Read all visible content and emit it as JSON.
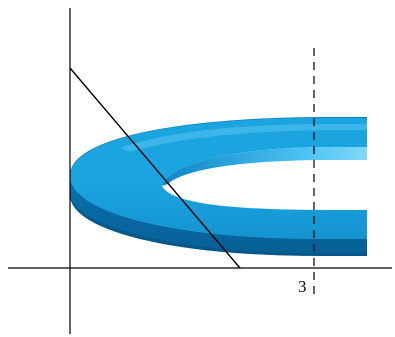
{
  "diagram": {
    "labels": {
      "x_marker": "3"
    },
    "colors": {
      "ring_top": "#1aa4e0",
      "ring_highlight": "#7fd6f7",
      "ring_side": "#0b7fc1",
      "ring_side_dark": "#075f95",
      "axis": "#000000",
      "guide_line": "#000000"
    },
    "shapes": {
      "ring": "3d-torus-flat-disc",
      "guide": "dashed-vertical",
      "line": "diagonal-tangent"
    }
  }
}
